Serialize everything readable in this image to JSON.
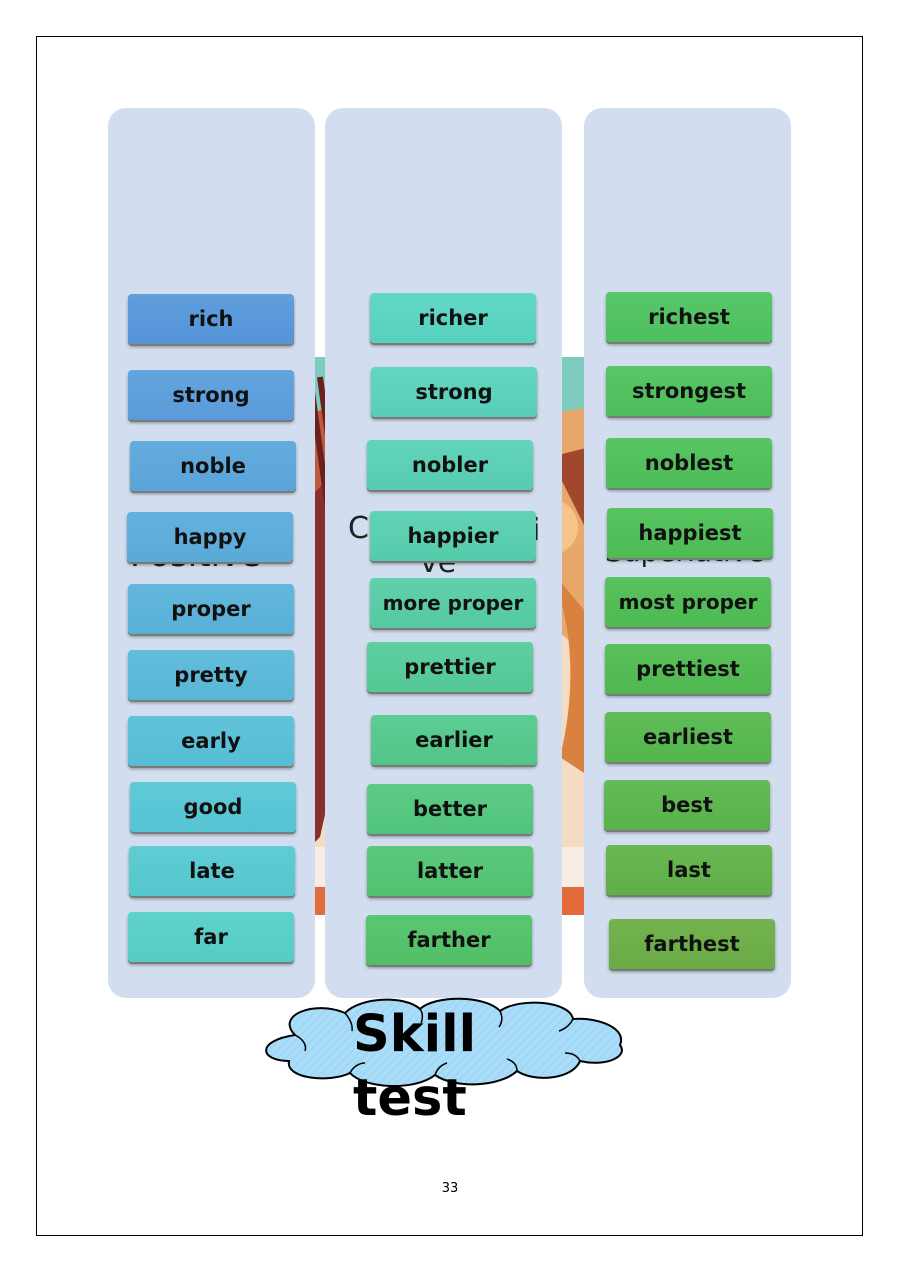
{
  "columns": {
    "positive": {
      "title": "Positive",
      "words": [
        "rich",
        "strong",
        "noble",
        "happy",
        "proper",
        "pretty",
        "early",
        "good",
        "late",
        "far"
      ]
    },
    "comparative": {
      "title": "Comparative",
      "title_line1": "C",
      "title_line1_end": "i",
      "title_line2": "ve",
      "words": [
        "richer",
        "strong",
        "nobler",
        "happier",
        "more proper",
        "prettier",
        "earlier",
        "better",
        "latter",
        "farther"
      ]
    },
    "superlative": {
      "title": "Superlative",
      "words": [
        "richest",
        "strongest",
        "noblest",
        "happiest",
        "most proper",
        "prettiest",
        "earliest",
        "best",
        "last",
        "farthest"
      ]
    }
  },
  "skill_test": {
    "label": "Skill test",
    "line1": "Skill",
    "line2": "test"
  },
  "page_number": "33",
  "colors": {
    "column_bg": "#d2deef",
    "positive_box_top": "#5b9bdc",
    "positive_box_bottom": "#5bcdc6",
    "comparative_box_top": "#5ed3c0",
    "comparative_box_bottom": "#55c46c",
    "superlative_box_top": "#52c462",
    "superlative_box_bottom": "#73b04c",
    "cloud_fill": "#a8dcf8"
  }
}
